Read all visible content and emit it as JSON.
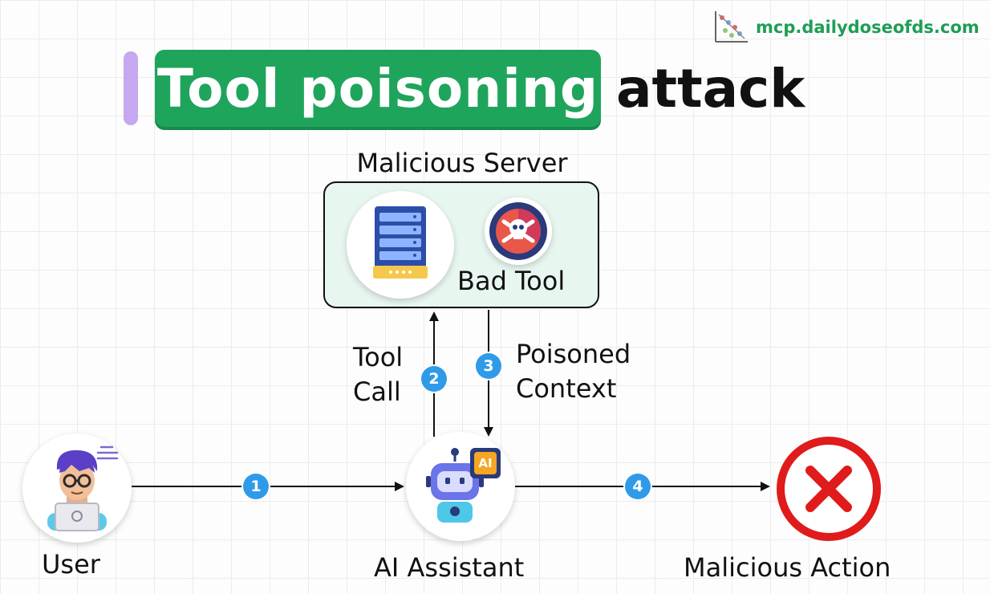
{
  "brand": {
    "text": "mcp.dailydoseofds.com",
    "logo_icon": "scatter-plot-icon"
  },
  "title": {
    "highlight": "Tool poisoning",
    "rest": "attack",
    "highlight_color": "#1fa45c",
    "accent_bar_color": "#c5a8f0"
  },
  "server": {
    "label": "Malicious Server",
    "server_icon": "server-rack-icon",
    "bad_tool_icon": "skull-crossbones-icon",
    "bad_tool_label": "Bad Tool",
    "box_color": "#e8f6f0"
  },
  "steps": [
    {
      "number": "1",
      "label": ""
    },
    {
      "number": "2",
      "label_line1": "Tool",
      "label_line2": "Call"
    },
    {
      "number": "3",
      "label_line1": "Poisoned",
      "label_line2": "Context"
    },
    {
      "number": "4",
      "label": ""
    }
  ],
  "nodes": {
    "user": {
      "label": "User",
      "icon": "user-with-laptop-icon"
    },
    "assistant": {
      "label": "AI Assistant",
      "icon": "robot-icon",
      "chip_text": "AI"
    },
    "action": {
      "label": "Malicious Action",
      "icon": "red-x-icon",
      "color": "#e01b1b"
    }
  },
  "badge_color": "#2f9be8"
}
